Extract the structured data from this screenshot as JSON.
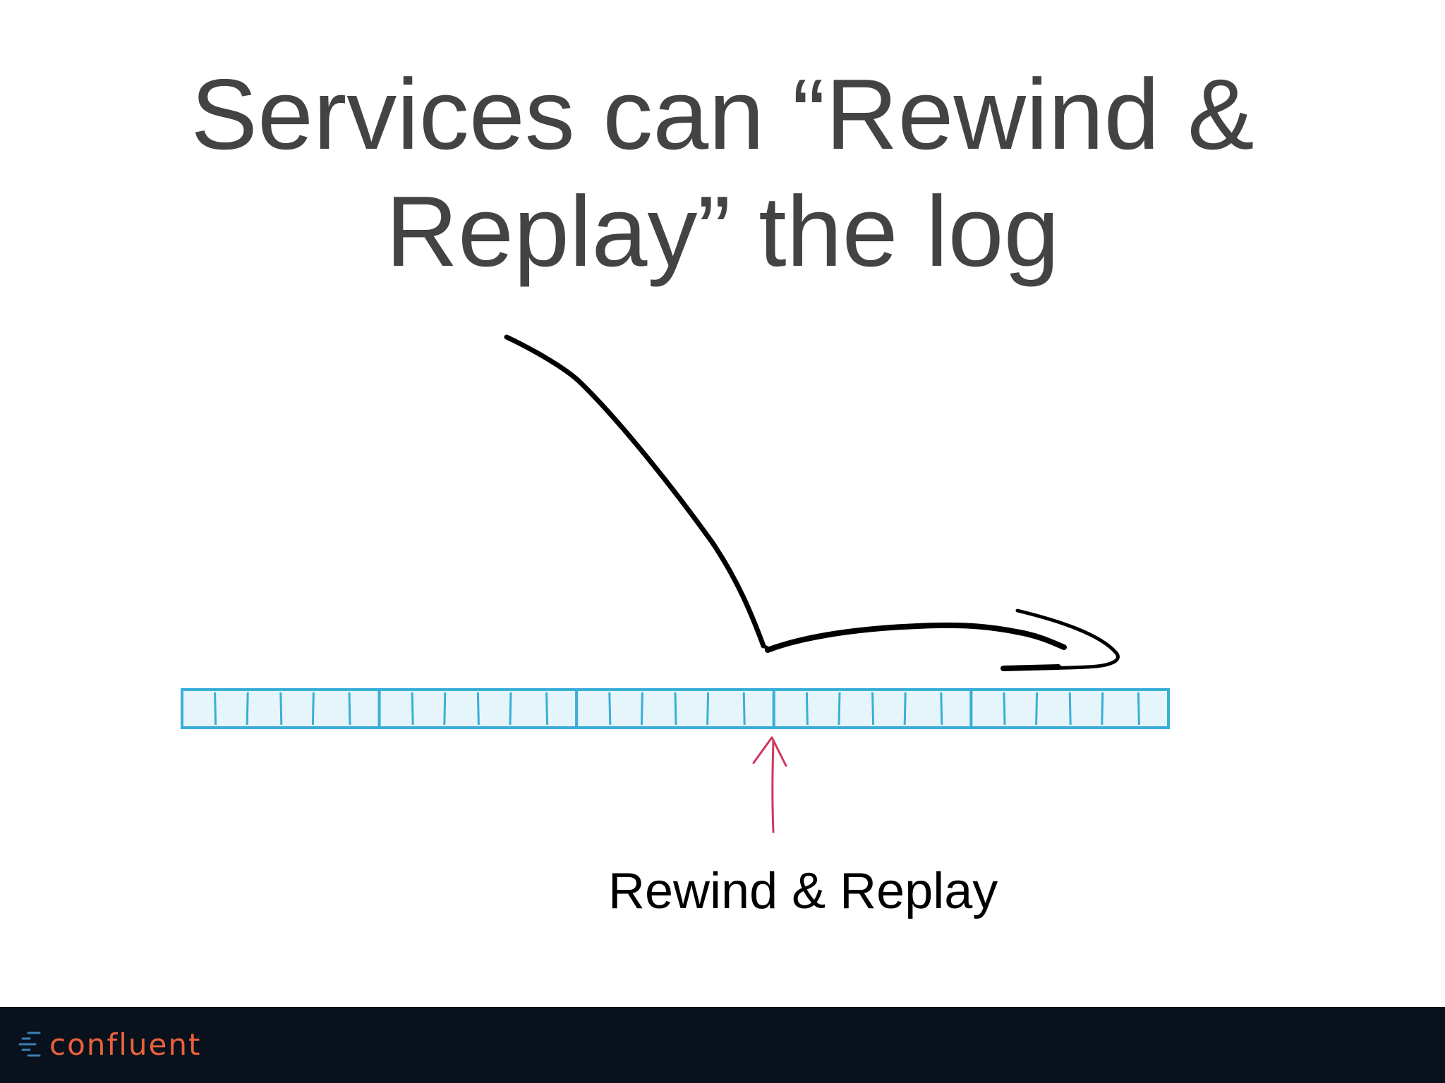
{
  "slide": {
    "title_line1": "Services can “Rewind &",
    "title_line2": "Replay” the log",
    "caption": "Rewind & Replay"
  },
  "log": {
    "segments": 5,
    "cells_per_segment": 6,
    "stroke_color": "#3aaed8",
    "fill_color": "#e6f5fb"
  },
  "arrows": {
    "consumer_path_color": "#000000",
    "replay_pointer_color": "#d1365e"
  },
  "footer": {
    "background": "#09111c",
    "brand": "confluent",
    "brand_color": "#e8613c",
    "brand_mark_color": "#3b7fb6"
  }
}
